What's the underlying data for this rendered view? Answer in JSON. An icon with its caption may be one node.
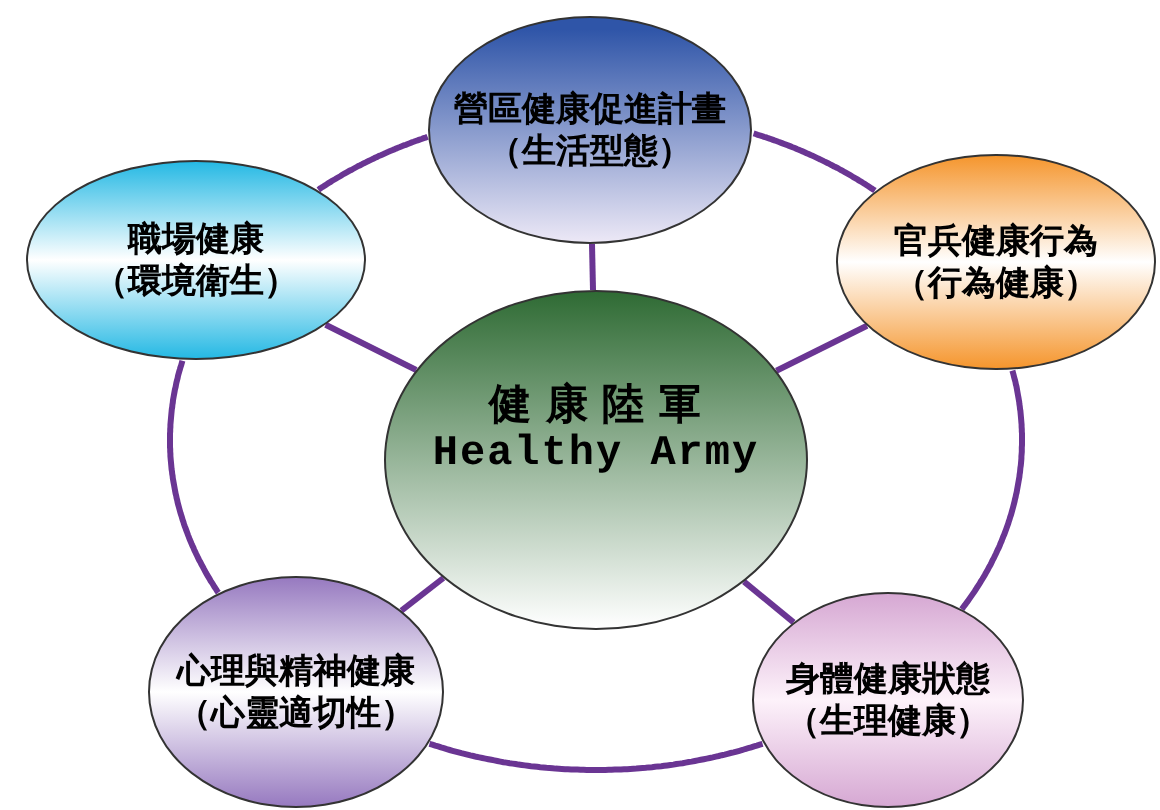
{
  "diagram": {
    "nodes": [
      {
        "text": [
          "健 康 陸 軍",
          "Healthy Army"
        ]
      },
      {
        "text": [
          "營區健康促進計畫",
          "（生活型態）"
        ]
      },
      {
        "text": [
          "官兵健康行為",
          "（行為健康）"
        ]
      },
      {
        "text": [
          "身體健康狀態",
          "（生理健康）"
        ]
      },
      {
        "text": [
          "心理與精神健康",
          "（心靈適切性）"
        ]
      },
      {
        "text": [
          "職場健康",
          "（環境衛生）"
        ]
      }
    ],
    "edges": [
      {
        "from": 0,
        "to": 1,
        "arrow": "none"
      },
      {
        "from": 0,
        "to": 2,
        "arrow": "none"
      },
      {
        "from": 0,
        "to": 3,
        "arrow": "none"
      },
      {
        "from": 0,
        "to": 4,
        "arrow": "none"
      },
      {
        "from": 0,
        "to": 5,
        "arrow": "none"
      },
      {
        "from": 1,
        "to": 2,
        "arrow": "none"
      },
      {
        "from": 2,
        "to": 3,
        "arrow": "none"
      },
      {
        "from": 3,
        "to": 4,
        "arrow": "none"
      },
      {
        "from": 4,
        "to": 5,
        "arrow": "none"
      },
      {
        "from": 5,
        "to": 1,
        "arrow": "none"
      }
    ]
  }
}
